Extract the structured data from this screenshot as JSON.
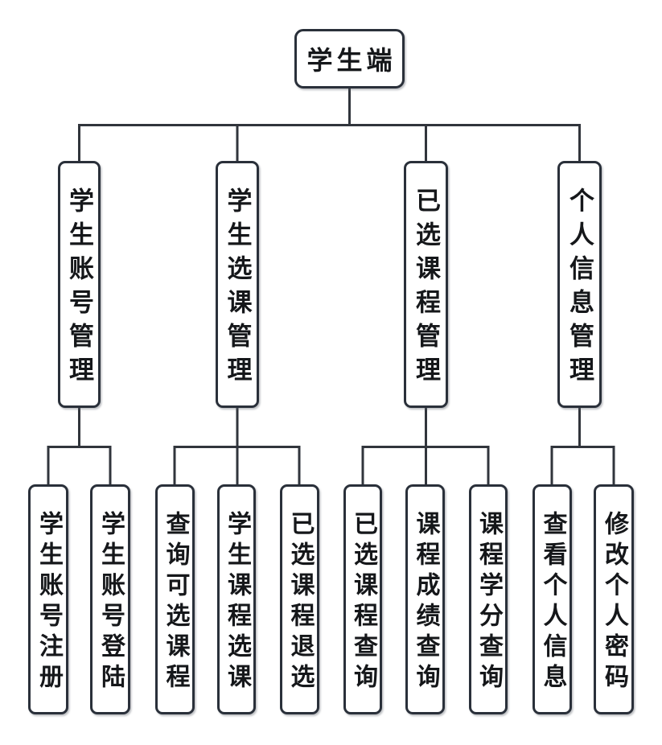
{
  "root": {
    "label": "学生端"
  },
  "branches": [
    {
      "label": "学生账号管理",
      "children": [
        "学生账号注册",
        "学生账号登陆"
      ]
    },
    {
      "label": "学生选课管理",
      "children": [
        "查询可选课程",
        "学生课程选课",
        "已选课程退选"
      ]
    },
    {
      "label": "已选课程管理",
      "children": [
        "已选课程查询",
        "课程成绩查询",
        "课程学分查询"
      ]
    },
    {
      "label": "个人信息管理",
      "children": [
        "查看个人信息",
        "修改个人密码"
      ]
    }
  ],
  "colors": {
    "line": "#31353c",
    "box_border": "#2a303a",
    "text": "#15171a",
    "background": "#ffffff"
  }
}
